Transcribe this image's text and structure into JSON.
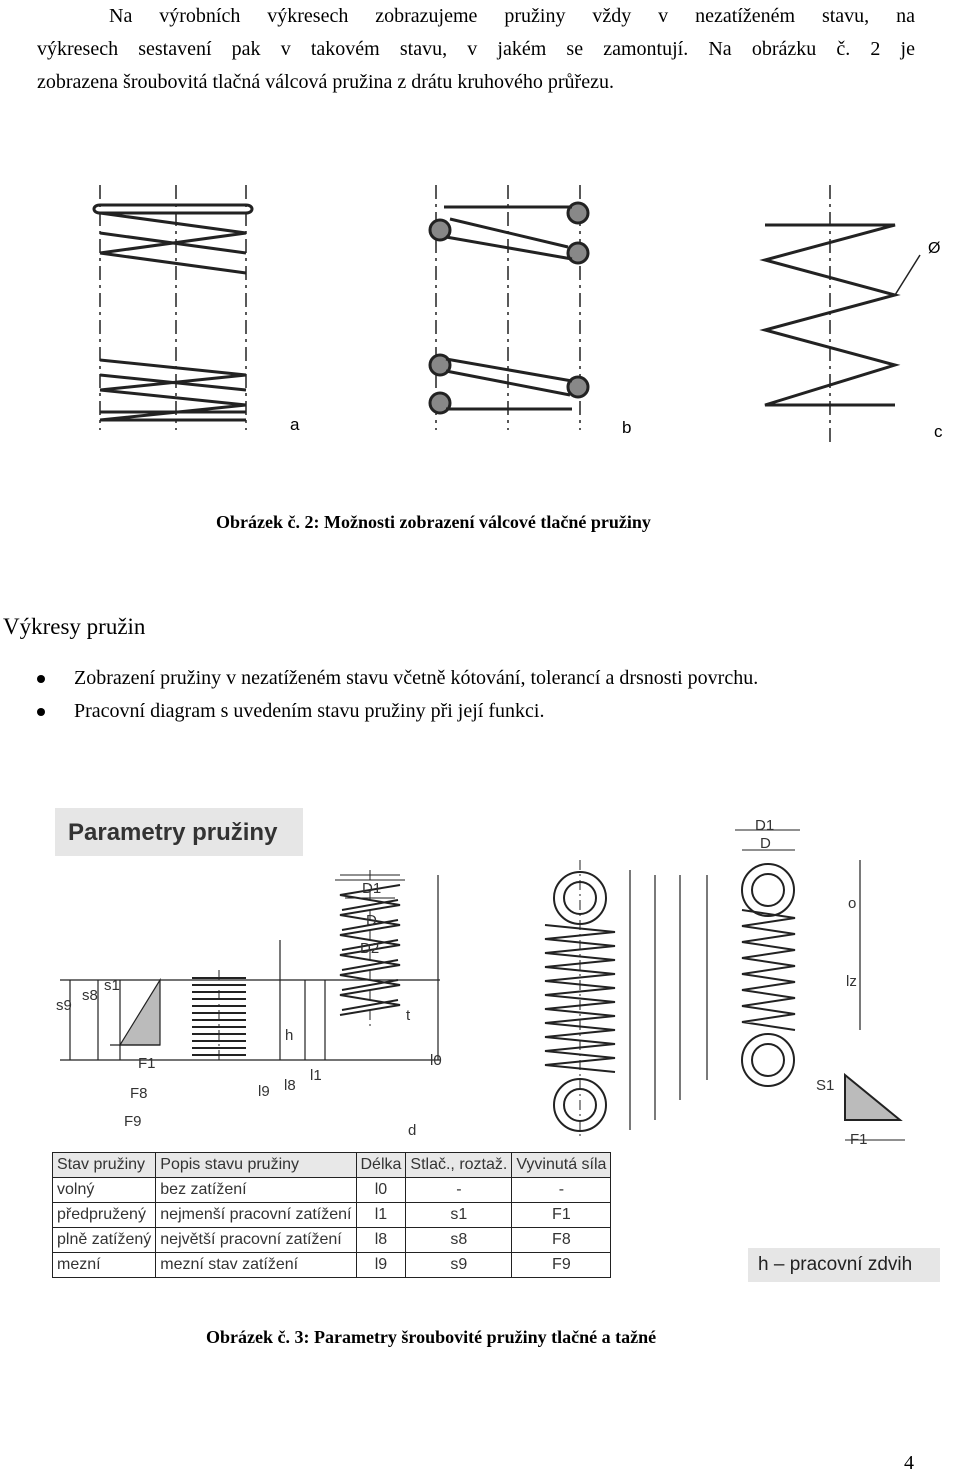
{
  "intro": {
    "line1": "Na výrobních výkresech zobrazujeme pružiny vždy v nezatíženém stavu, na",
    "line2": "výkresech sestavení pak v takovém stavu, v jakém se zamontují. Na obrázku č. 2 je",
    "line3": "zobrazena šroubovitá tlačná válcová pružina z drátu kruhového průřezu."
  },
  "figure2": {
    "labels": [
      "a",
      "b",
      "c"
    ],
    "diameter_symbol": "Ø",
    "caption": "Obrázek č. 2: Možnosti zobrazení válcové tlačné pružiny"
  },
  "section": {
    "heading": "Výkresy pružin",
    "bullets": [
      "Zobrazení pružiny v nezatíženém stavu včetně kótování, tolerancí a drsnosti povrchu.",
      "Pracovní diagram s uvedením stavu pružiny při její funkci."
    ]
  },
  "figure3": {
    "title": "Parametry pružiny",
    "dims": {
      "D1": "D1",
      "D": "D",
      "D2": "D2",
      "s9": "s9",
      "s8": "s8",
      "s1": "s1",
      "F1": "F1",
      "F8": "F8",
      "F9": "F9",
      "h": "h",
      "l9": "l9",
      "l8": "l8",
      "l1": "l1",
      "l0": "l0",
      "t": "t",
      "d": "d",
      "o": "o",
      "lz": "lz",
      "S1": "S1"
    },
    "table": {
      "headers": [
        "Stav pružiny",
        "Popis stavu pružiny",
        "Délka",
        "Stlač., roztaž.",
        "Vyvinutá síla"
      ],
      "rows": [
        [
          "volný",
          "bez zatížení",
          "l0",
          "-",
          "-"
        ],
        [
          "předpružený",
          "nejmenší pracovní zatížení",
          "l1",
          "s1",
          "F1"
        ],
        [
          "plně zatížený",
          "největší pracovní zatížení",
          "l8",
          "s8",
          "F8"
        ],
        [
          "mezní",
          "mezní stav zatížení",
          "l9",
          "s9",
          "F9"
        ]
      ]
    },
    "note": "h – pracovní zdvih",
    "caption": "Obrázek č. 3: Parametry šroubovité pružiny tlačné a tažné"
  },
  "page_number": "4"
}
